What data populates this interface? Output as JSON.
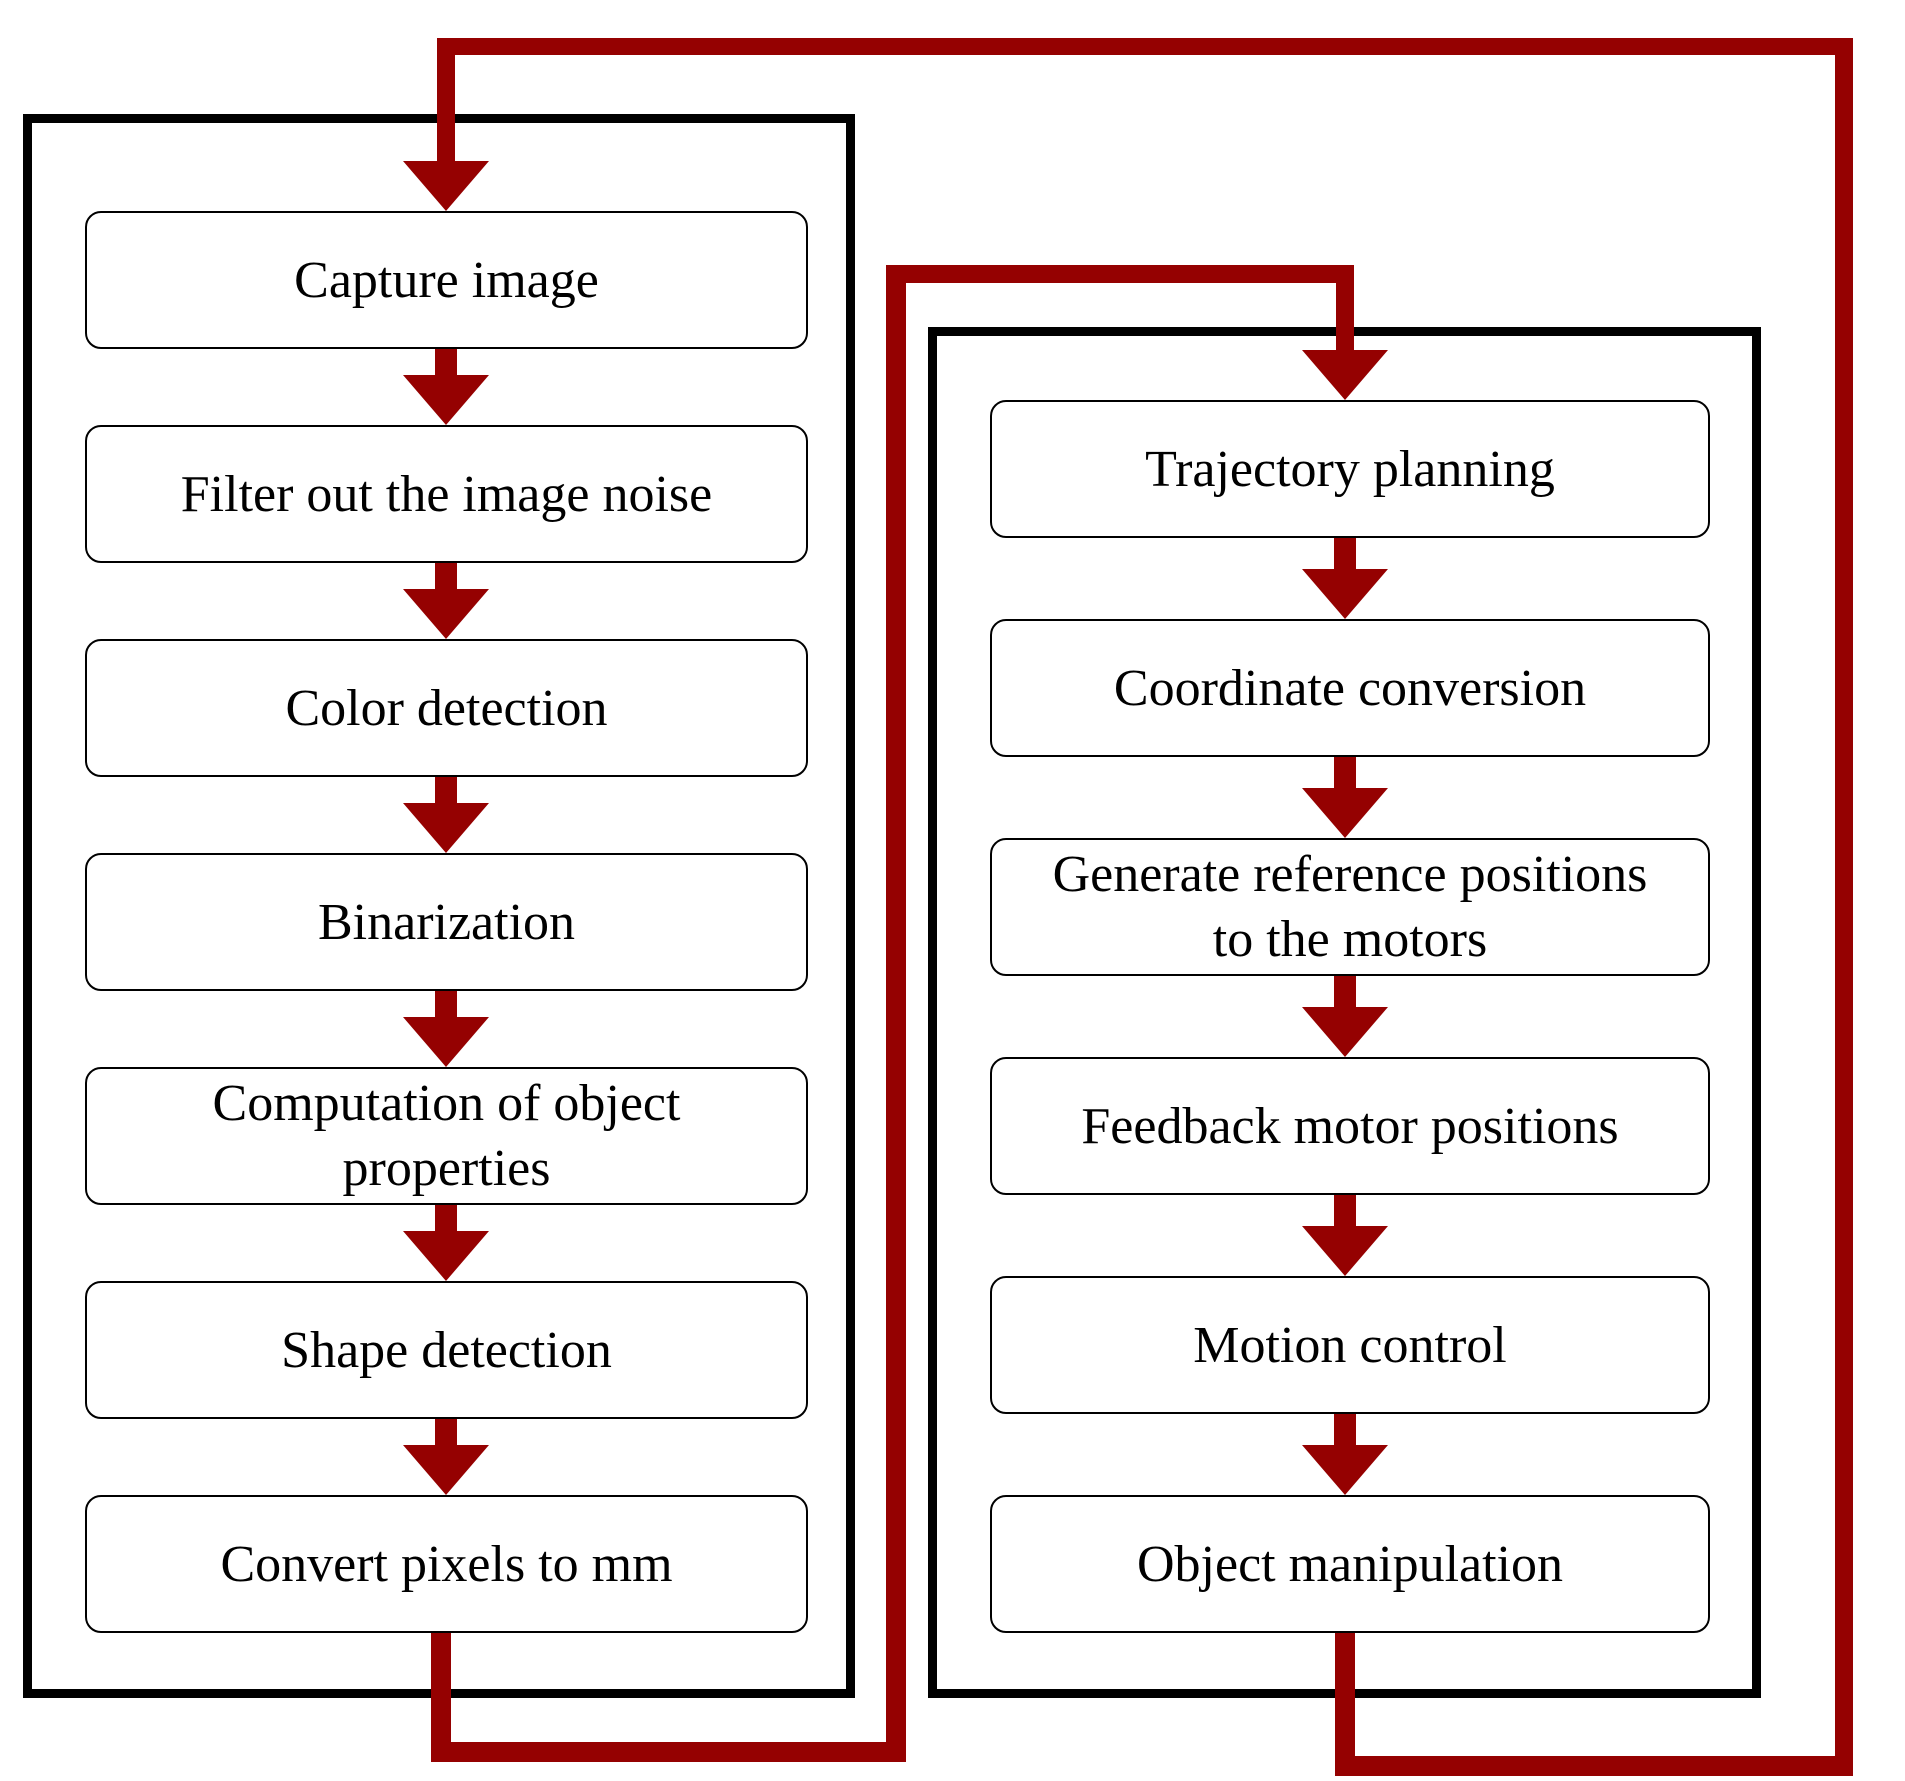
{
  "diagram": {
    "left_column": {
      "steps": [
        "Capture image",
        "Filter out the image noise",
        "Color detection",
        "Binarization",
        "Computation of object\nproperties",
        "Shape detection",
        "Convert pixels to mm"
      ]
    },
    "right_column": {
      "steps": [
        "Trajectory planning",
        "Coordinate conversion",
        "Generate reference positions\nto the motors",
        "Feedback motor positions",
        "Motion control",
        "Object manipulation"
      ]
    },
    "colors": {
      "connector_red": "#950101",
      "frame_black": "#000000",
      "box_background": "#ffffff",
      "text": "#000000"
    }
  }
}
